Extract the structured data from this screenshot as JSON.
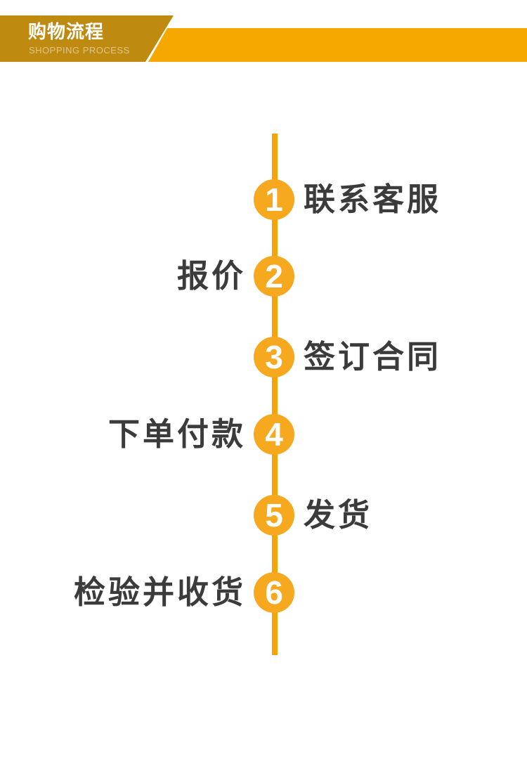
{
  "colors": {
    "banner-dark": "#be8a10",
    "banner-light": "#f5a800",
    "line-color": "#f4a408",
    "circle-color": "#f6a81e",
    "label-color": "#3b3b3b",
    "number-color": "#ffffff"
  },
  "header": {
    "title": "购物流程",
    "subtitle": "SHOPPING PROCESS"
  },
  "timeline": {
    "steps": [
      {
        "number": "1",
        "label": "联系客服",
        "side": "right"
      },
      {
        "number": "2",
        "label": "报价",
        "side": "left"
      },
      {
        "number": "3",
        "label": "签订合同",
        "side": "right"
      },
      {
        "number": "4",
        "label": "下单付款",
        "side": "left"
      },
      {
        "number": "5",
        "label": "发货",
        "side": "right"
      },
      {
        "number": "6",
        "label": "检验并收货",
        "side": "left"
      }
    ]
  }
}
